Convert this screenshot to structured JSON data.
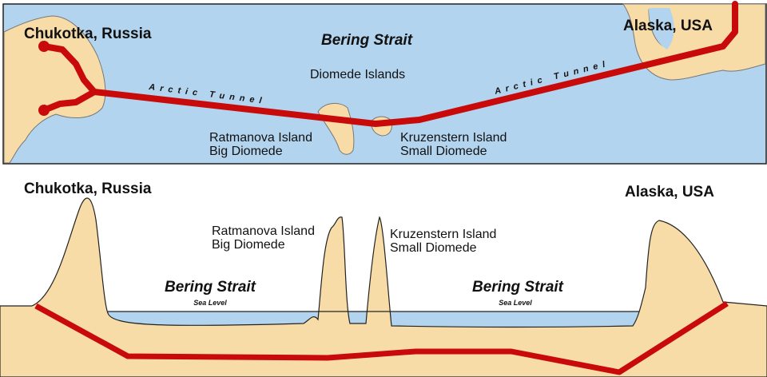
{
  "colors": {
    "water": "#b3d4ee",
    "land": "#f8dca8",
    "tunnel": "#c80a0a",
    "outline": "#555555"
  },
  "map": {
    "region_left": "Chukotka, Russia",
    "region_right": "Alaska, USA",
    "strait": "Bering Strait",
    "islands_group": "Diomede Islands",
    "tunnel_label_left": "Arctic Tunnel",
    "tunnel_label_right": "Arctic Tunnel",
    "big_island": [
      "Ratmanova Island",
      "Big Diomede"
    ],
    "small_island": [
      "Kruzenstern Island",
      "Small Diomede"
    ]
  },
  "profile": {
    "region_left": "Chukotka, Russia",
    "region_right": "Alaska, USA",
    "big_island": [
      "Ratmanova Island",
      "Big Diomede"
    ],
    "small_island": [
      "Kruzenstern Island",
      "Small Diomede"
    ],
    "strait_left": {
      "title": "Bering Strait",
      "sub": "Sea Level"
    },
    "strait_right": {
      "title": "Bering Strait",
      "sub": "Sea Level"
    }
  }
}
